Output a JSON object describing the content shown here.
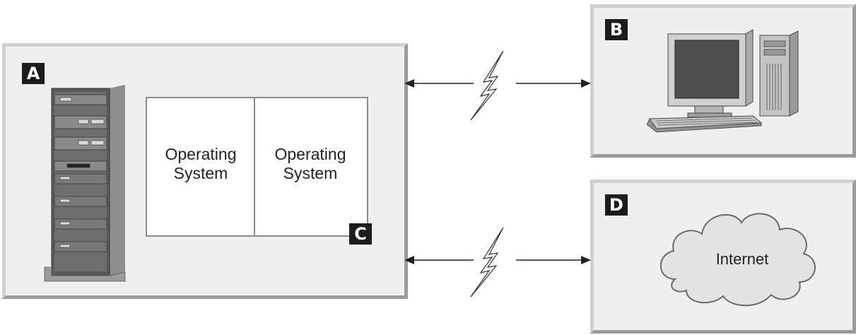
{
  "panels": {
    "a": {
      "letter": "A"
    },
    "b": {
      "letter": "B"
    },
    "c": {
      "letter": "C"
    },
    "d": {
      "letter": "D"
    }
  },
  "os_partitions": [
    {
      "label_line1": "Operating",
      "label_line2": "System"
    },
    {
      "label_line1": "Operating",
      "label_line2": "System"
    }
  ],
  "cloud": {
    "label": "Internet"
  },
  "icons": [
    "server-rack-icon",
    "desktop-computer-icon",
    "internet-cloud-icon",
    "lightning-bolt-icon",
    "double-arrow-icon"
  ],
  "colors": {
    "panel_fill": "#efefef",
    "label_box": "#1c1c1c",
    "rack_body": "#6f6f6f",
    "cloud_fill": "#e6e6e6"
  }
}
